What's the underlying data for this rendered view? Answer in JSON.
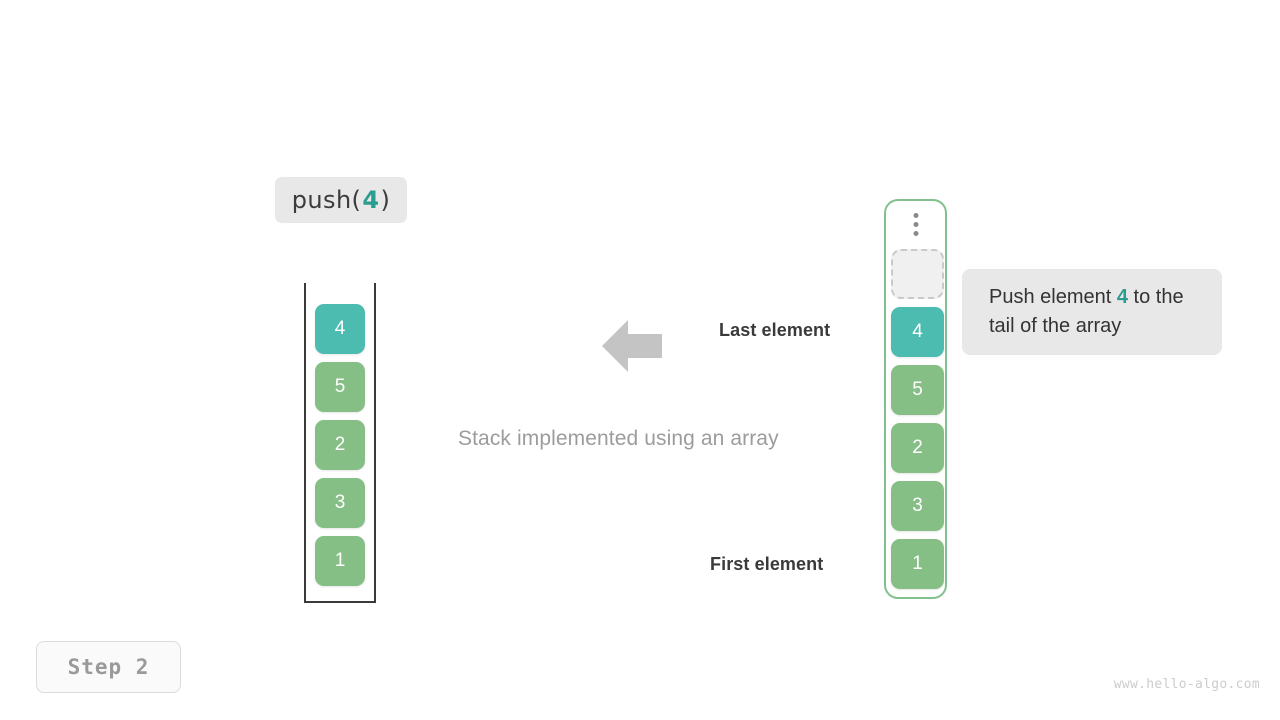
{
  "operation": {
    "prefix": "push(",
    "argument": "4",
    "suffix": ")"
  },
  "caption": "Stack implemented using an array",
  "annotations": {
    "last_element": "Last element",
    "first_element": "First element",
    "arrow_icon": "arrow-left-icon"
  },
  "stack": {
    "name": "array-backed-stack",
    "cells": [
      {
        "value": "4",
        "variant": "teal"
      },
      {
        "value": "5",
        "variant": "green"
      },
      {
        "value": "2",
        "variant": "green"
      },
      {
        "value": "3",
        "variant": "green"
      },
      {
        "value": "1",
        "variant": "green"
      }
    ]
  },
  "array": {
    "name": "underlying-array",
    "overflow_icon": "vertical-ellipsis-icon",
    "empty_slot_label": "",
    "cells": [
      {
        "value": "4",
        "variant": "teal"
      },
      {
        "value": "5",
        "variant": "green"
      },
      {
        "value": "2",
        "variant": "green"
      },
      {
        "value": "3",
        "variant": "green"
      },
      {
        "value": "1",
        "variant": "green"
      }
    ]
  },
  "tooltip": {
    "part1": "Push element ",
    "highlight": "4",
    "part2": " to the tail of the array"
  },
  "step_badge": "Step 2",
  "watermark": "www.hello-algo.com",
  "colors": {
    "teal": "#4cbbb0",
    "green": "#86bf86",
    "array_border": "#82c08d",
    "accent_text": "#2a9d8f",
    "chip_bg": "#e8e8e8",
    "caption_gray": "#9c9c9c",
    "arrow_gray": "#c4c4c4"
  }
}
